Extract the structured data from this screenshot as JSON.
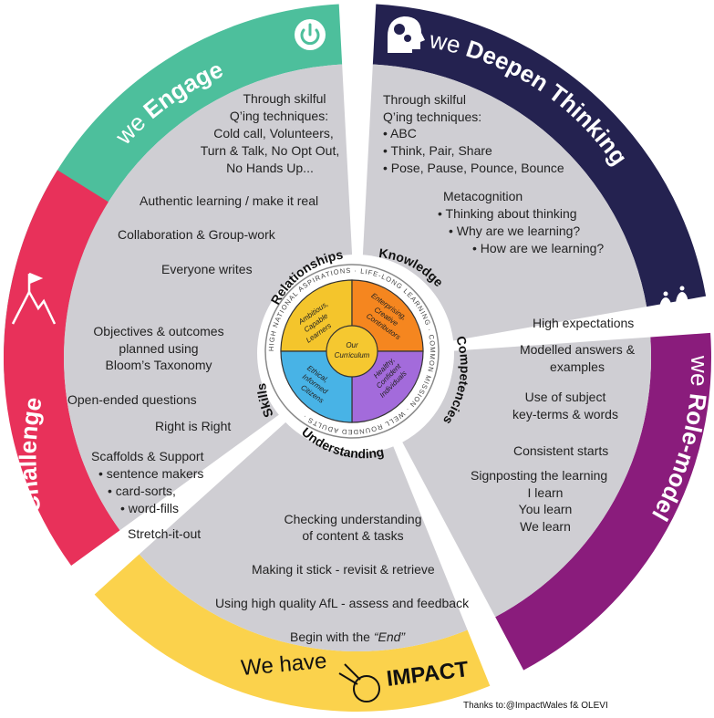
{
  "colors": {
    "engage": "#4dbf9c",
    "deepen": "#242250",
    "role_model": "#8a1c7c",
    "impact": "#fbd24c",
    "challenge": "#e8315a",
    "segment_grey": "#cfced3",
    "inner_yellow": "#f4c52c",
    "inner_orange": "#f5861f",
    "inner_blue": "#48b3e6",
    "inner_purple": "#a36bdb"
  },
  "bands": {
    "engage": {
      "we": "we",
      "word": "Engage"
    },
    "deepen": {
      "we": "we",
      "word": "Deepen Thinking"
    },
    "role_model": {
      "we": "we",
      "word": "Role-model"
    },
    "challenge": {
      "we": "we",
      "word": "Challenge"
    },
    "impact": {
      "we_have": "We have",
      "word": "IMPACT"
    }
  },
  "engage_items": {
    "qing": [
      "Through skilful",
      "Q’ing techniques:",
      "Cold call, Volunteers,",
      "Turn & Talk, No Opt Out,",
      "No Hands Up..."
    ],
    "authentic": "Authentic learning / make it real",
    "collab": "Collaboration & Group-work",
    "writes": "Everyone writes"
  },
  "deepen_items": {
    "qing": [
      "Through skilful",
      "Q’ing techniques:"
    ],
    "bullets": [
      "ABC",
      "Think, Pair, Share",
      "Pose, Pause, Pounce, Bounce"
    ],
    "meta": "Metacognition",
    "meta_bullets": [
      "Thinking about thinking",
      "Why are we learning?",
      "How are we learning?"
    ]
  },
  "role_items": {
    "expect": "High expectations",
    "modelled": [
      "Modelled answers &",
      "examples"
    ],
    "terms": [
      "Use of subject",
      "key-terms & words"
    ],
    "starts": "Consistent starts",
    "signpost": "Signposting the learning",
    "learn": [
      "I learn",
      "You learn",
      "We learn"
    ]
  },
  "challenge_items": {
    "objectives": [
      "Objectives & outcomes",
      "planned using",
      "Bloom’s Taxonomy"
    ],
    "open": "Open-ended questions",
    "right": "Right is Right",
    "scaffolds": "Scaffolds & Support",
    "scaffold_bullets": [
      "sentence makers",
      "card-sorts,",
      "word-fills"
    ],
    "stretch": "Stretch-it-out"
  },
  "impact_items": {
    "checking": [
      "Checking understanding",
      "of content & tasks"
    ],
    "stick": "Making it stick - revisit & retrieve",
    "afl": "Using high quality AfL - assess and feedback",
    "begin": "Begin with the",
    "end": "“End”"
  },
  "ring_labels": {
    "relationships": "Relationships",
    "knowledge": "Knowledge",
    "competencies": "Competencies",
    "understanding": "Understanding",
    "skills": "Skills"
  },
  "core": {
    "center": [
      "Our",
      "Curriculum"
    ],
    "q1": [
      "Ambitious,",
      "Capable",
      "Learners"
    ],
    "q2": [
      "Enterprising,",
      "Creative",
      "Contributors"
    ],
    "q3": [
      "Ethical,",
      "Informed",
      "Citizens"
    ],
    "q4": [
      "Healthy,",
      "Confident",
      "Individuals"
    ],
    "ring_text": "HIGH NATIONAL ASPIRATIONS · LIFE-LONG LEARNING · COMMON MISSION · WELL ROUNDED ADULTS ·"
  },
  "credit": "Thanks to:@ImpactWales f& OLEVI"
}
